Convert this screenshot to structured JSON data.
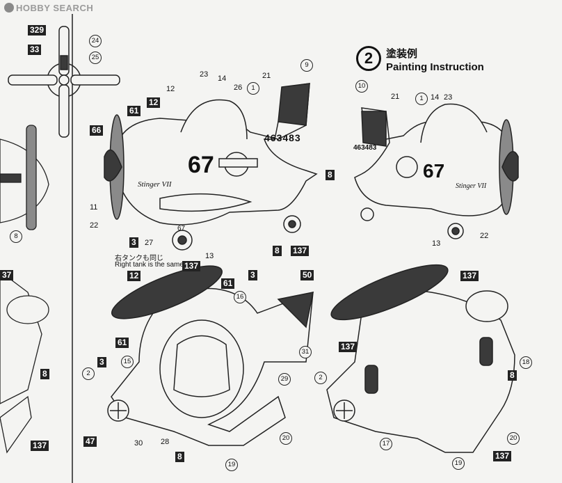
{
  "header": {
    "brand": "HOBBY SEARCH"
  },
  "step": {
    "number": "2",
    "title": "塗装例",
    "subtitle": "Painting Instruction"
  },
  "note": {
    "jp": "右タンクも同じ",
    "en": "Right tank is the same."
  },
  "markings": {
    "tail_serial": "463483",
    "nose_number": "67",
    "nose_name": "Stinger VII",
    "tank_number": "67"
  },
  "colors": {
    "line": "#222222",
    "dark_paint": "#3a3a3a",
    "mid_gray": "#8a8a8a",
    "paper": "#f4f4f2",
    "label_bg": "#222222"
  },
  "callouts": {
    "sq_329": "329",
    "sq_33": "33",
    "ci_24": "24",
    "ci_25": "25",
    "ci_8_left": "8",
    "sq_61_side": "61",
    "sq_12_side": "12",
    "sq_66": "66",
    "pn_12_side": "12",
    "pn_23": "23",
    "pn_14": "14",
    "pn_26": "26",
    "ci_1": "1",
    "pn_21": "21",
    "ci_9": "9",
    "sq_8_side": "8",
    "pn_11": "11",
    "pn_22_side": "22",
    "sq_3_side": "3",
    "pn_27": "27",
    "sq_137_side": "137",
    "pn_13_side": "13",
    "sq_8_belly": "8",
    "sq_137_wheel": "137",
    "ci_10": "10",
    "pn_21_right": "21",
    "ci_1_right": "1",
    "pn_14_right": "14",
    "pn_23_right": "23",
    "pn_22_right": "22",
    "pn_13_right": "13",
    "sq_12_top": "12",
    "sq_61_top": "61",
    "sq_3_top": "3",
    "sq_50": "50",
    "ci_16": "16",
    "sq_61_top2": "61",
    "ci_31": "31",
    "sq_3_wing": "3",
    "ci_15": "15",
    "ci_2": "2",
    "ci_29": "29",
    "sq_47": "47",
    "pn_30": "30",
    "pn_28": "28",
    "sq_8_top": "8",
    "ci_19": "19",
    "ci_20": "20",
    "sq_137_bottom": "137",
    "sq_137_bottom2": "137",
    "ci_18": "18",
    "ci_2_bottom": "2",
    "sq_8_bottom": "8",
    "ci_17": "17",
    "ci_20_bottom": "20",
    "ci_19_bottom": "19",
    "sq_137_bottom3": "137",
    "sq_8_edge": "8",
    "sq_137_edge": "137",
    "sq_37_edge": "37"
  }
}
